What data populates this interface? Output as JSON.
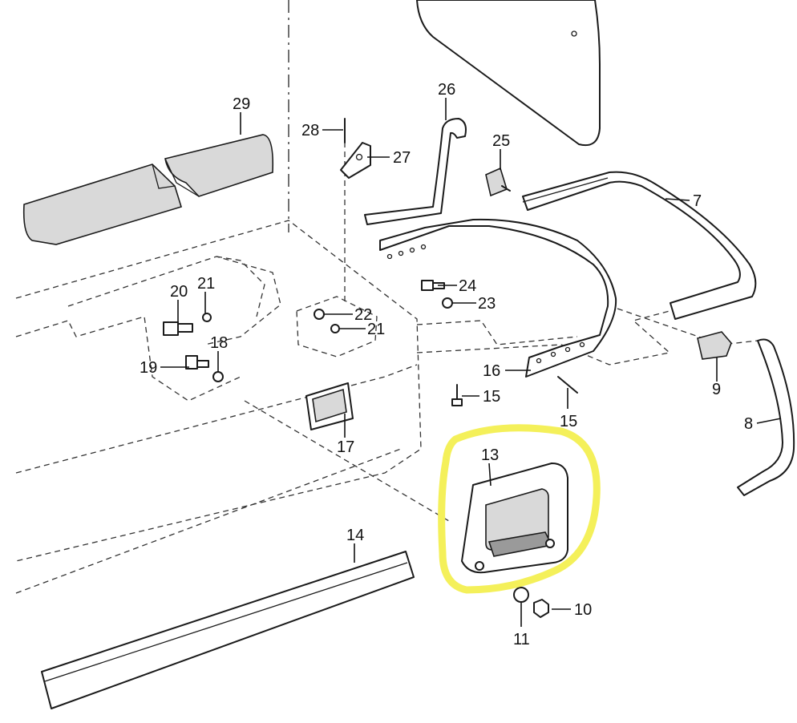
{
  "callouts": [
    {
      "id": "c29",
      "text": "29"
    },
    {
      "id": "c28",
      "text": "28"
    },
    {
      "id": "c27",
      "text": "27"
    },
    {
      "id": "c26",
      "text": "26"
    },
    {
      "id": "c25",
      "text": "25"
    },
    {
      "id": "c7",
      "text": "7"
    },
    {
      "id": "c20",
      "text": "20"
    },
    {
      "id": "c21a",
      "text": "21"
    },
    {
      "id": "c22",
      "text": "22"
    },
    {
      "id": "c21b",
      "text": "21"
    },
    {
      "id": "c24",
      "text": "24"
    },
    {
      "id": "c23",
      "text": "23"
    },
    {
      "id": "c19",
      "text": "19"
    },
    {
      "id": "c18",
      "text": "18"
    },
    {
      "id": "c16",
      "text": "16"
    },
    {
      "id": "c15a",
      "text": "15"
    },
    {
      "id": "c15b",
      "text": "15"
    },
    {
      "id": "c9",
      "text": "9"
    },
    {
      "id": "c8",
      "text": "8"
    },
    {
      "id": "c17",
      "text": "17"
    },
    {
      "id": "c13",
      "text": "13"
    },
    {
      "id": "c14",
      "text": "14"
    },
    {
      "id": "c10",
      "text": "10"
    },
    {
      "id": "c11",
      "text": "11"
    }
  ],
  "colors": {
    "line": "#1a1a1a",
    "highlight": "#f4f05a",
    "background": "#ffffff"
  }
}
